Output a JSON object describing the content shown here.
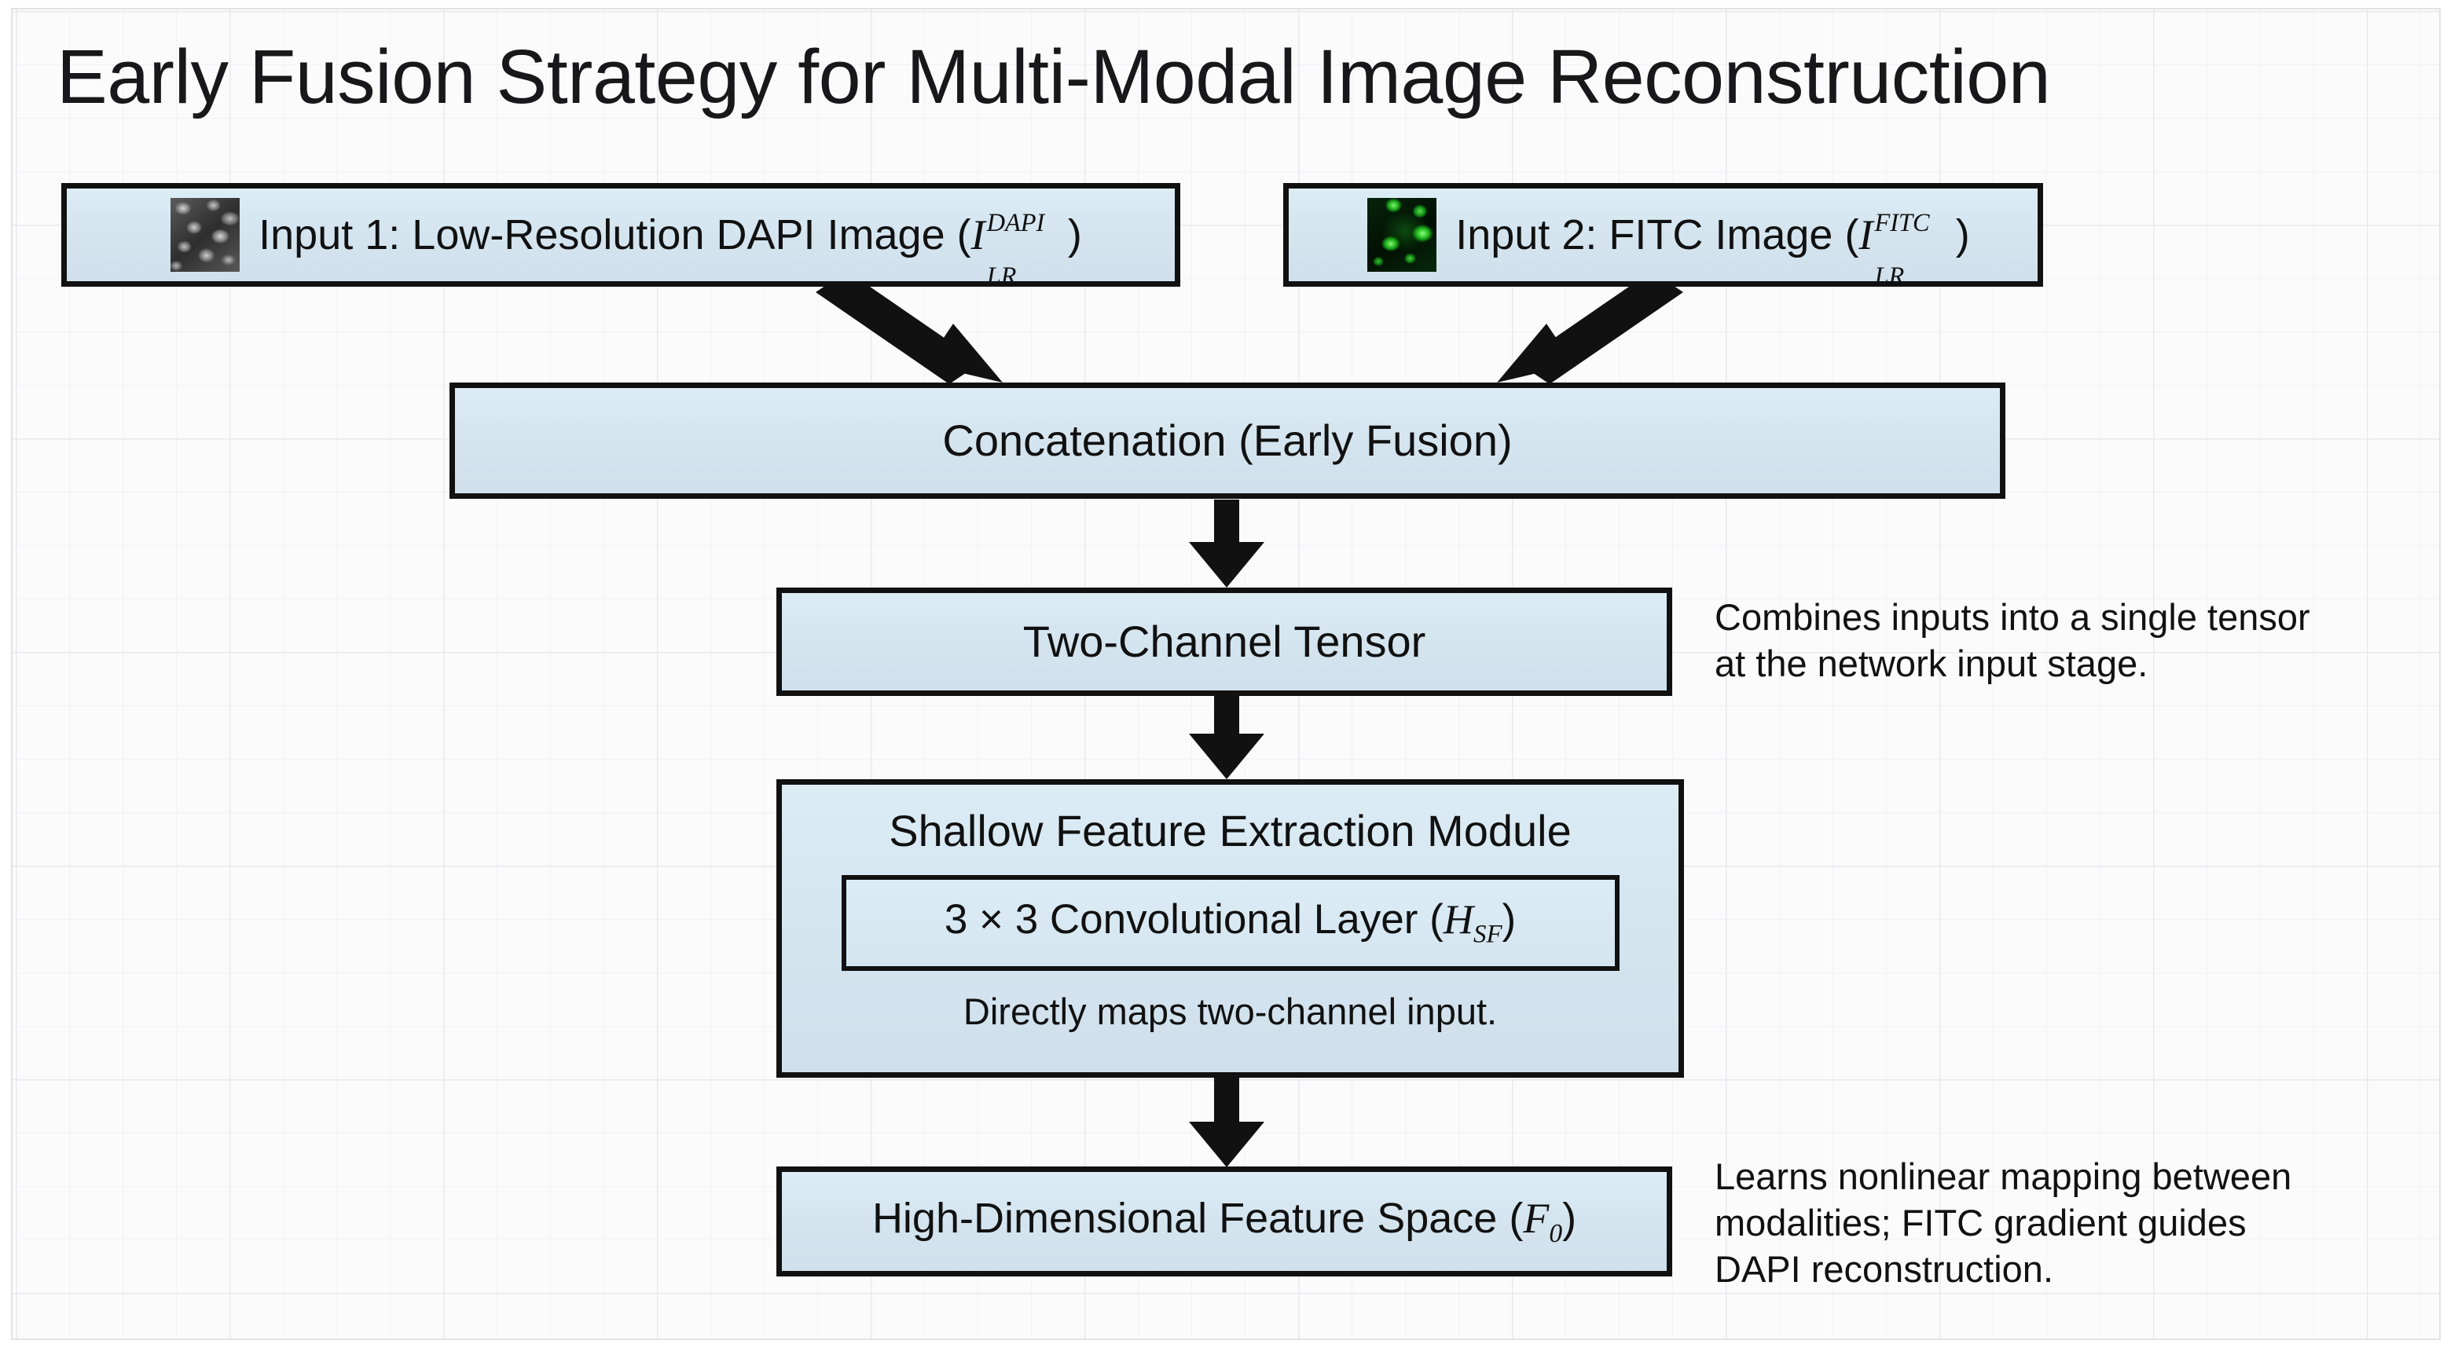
{
  "title": "Early Fusion Strategy for Multi-Modal Image Reconstruction",
  "nodes": {
    "input1": {
      "prefix": "Input 1: Low-Resolution DAPI Image (",
      "symbol_base": "I",
      "symbol_sup": "DAPI",
      "symbol_sub": "LR",
      "suffix": ")",
      "thumbnail": "dapi-microscopy-thumbnail"
    },
    "input2": {
      "prefix": "Input 2: FITC Image (",
      "symbol_base": "I",
      "symbol_sup": "FITC",
      "symbol_sub": "LR",
      "suffix": ")",
      "thumbnail": "fitc-microscopy-thumbnail"
    },
    "concat": {
      "label": "Concatenation (Early Fusion)"
    },
    "tensor": {
      "label": "Two-Channel Tensor"
    },
    "sfe": {
      "title": "Shallow Feature Extraction Module",
      "conv_prefix": "3 × 3 Convolutional Layer (",
      "conv_symbol_base": "H",
      "conv_symbol_sub": "SF",
      "conv_suffix": ")",
      "note": "Directly maps two-channel input."
    },
    "hdfs": {
      "prefix": "High-Dimensional Feature Space (",
      "symbol_base": "F",
      "symbol_sub": "0",
      "suffix": ")"
    }
  },
  "annotations": {
    "tensor_note": "Combines inputs into a single tensor\nat the network input stage.",
    "hdfs_note": "Learns nonlinear mapping between\nmodalities; FITC gradient guides\nDAPI reconstruction."
  },
  "colors": {
    "node_fill": "#d8e8f2",
    "node_border": "#111111",
    "text": "#111111",
    "page_background": "#fbfbfb",
    "grid_line": "#eaeaee",
    "arrow": "#111111",
    "fitc_green": "#1cb41c"
  }
}
